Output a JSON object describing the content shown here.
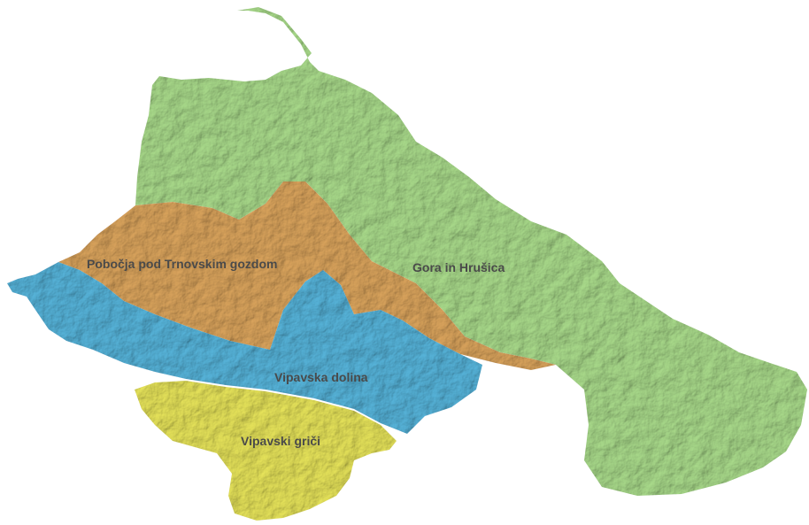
{
  "map": {
    "regions": [
      {
        "id": "gora",
        "label": "Gora in Hrušica",
        "color": "#a8d98a"
      },
      {
        "id": "pobocja",
        "label": "Pobočja pod Trnovskim gozdom",
        "color": "#d9a35c"
      },
      {
        "id": "dolina",
        "label": "Vipavska dolina",
        "color": "#56b3d9"
      },
      {
        "id": "grici",
        "label": "Vipavski griči",
        "color": "#e6e35a"
      }
    ]
  }
}
